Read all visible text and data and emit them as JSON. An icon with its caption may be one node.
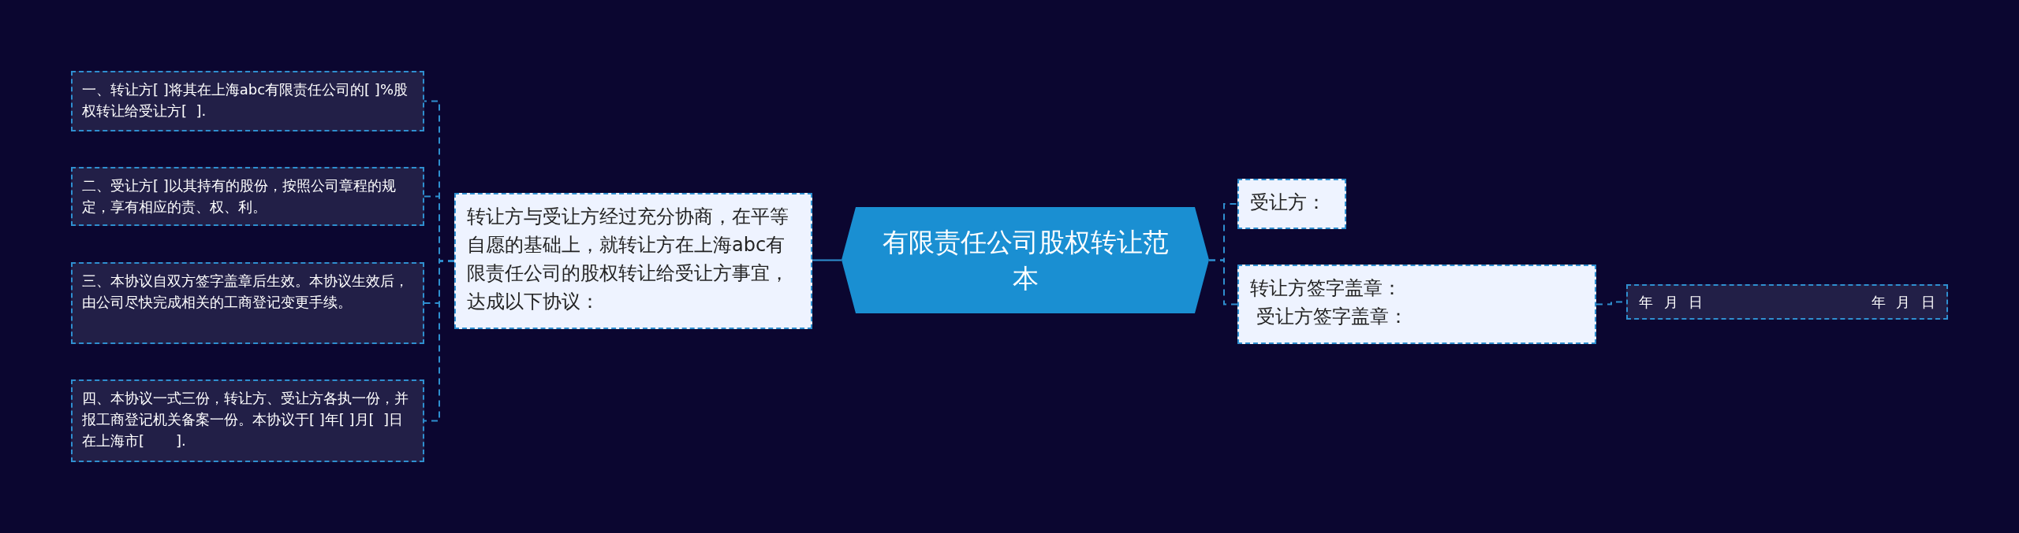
{
  "diagram": {
    "nodes": [
      {
        "text": [
          "一、转让方[ ]将其在上海abc有限责任公司的[ ]%股权转让给受让方[  ]."
        ]
      },
      {
        "text": [
          "二、受让方[ ]以其持有的股份，按照公司章程的规定，享有相应的责、权、利。"
        ]
      },
      {
        "text": [
          "三、本协议自双方签字盖章后生效。本协议生效后，由公司尽快完成相关的工商登记变更手续。"
        ]
      },
      {
        "text": [
          "四、本协议一式三份，转让方、受让方各执一份，并报工商登记机关备案一份。本协议于[ ]年[ ]月[  ]日在上海市[       ]."
        ]
      },
      {
        "text": [
          "转让方与受让方经过充分协商，在平等自愿的基础上，就转让方在上海abc有限责任公司的股权转让给受让方事宜，达成以下协议："
        ]
      },
      {
        "text": [
          "有限责任公司股权转让范本"
        ]
      },
      {
        "text": [
          "受让方："
        ]
      },
      {
        "text": [
          "转让方签字盖章：",
          "受让方签字盖章："
        ]
      },
      {
        "text": [
          "年 月 日",
          "年 月 日"
        ]
      }
    ],
    "edges": [
      {
        "from": 5,
        "to": 4,
        "arrow": "none"
      },
      {
        "from": 4,
        "to": 0,
        "arrow": "none",
        "style": "dashed"
      },
      {
        "from": 4,
        "to": 1,
        "arrow": "none",
        "style": "dashed"
      },
      {
        "from": 4,
        "to": 2,
        "arrow": "none",
        "style": "dashed"
      },
      {
        "from": 4,
        "to": 3,
        "arrow": "none",
        "style": "dashed"
      },
      {
        "from": 5,
        "to": 6,
        "arrow": "none",
        "style": "dashed"
      },
      {
        "from": 5,
        "to": 7,
        "arrow": "none",
        "style": "dashed"
      },
      {
        "from": 7,
        "to": 8,
        "arrow": "none",
        "style": "dashed"
      }
    ]
  }
}
